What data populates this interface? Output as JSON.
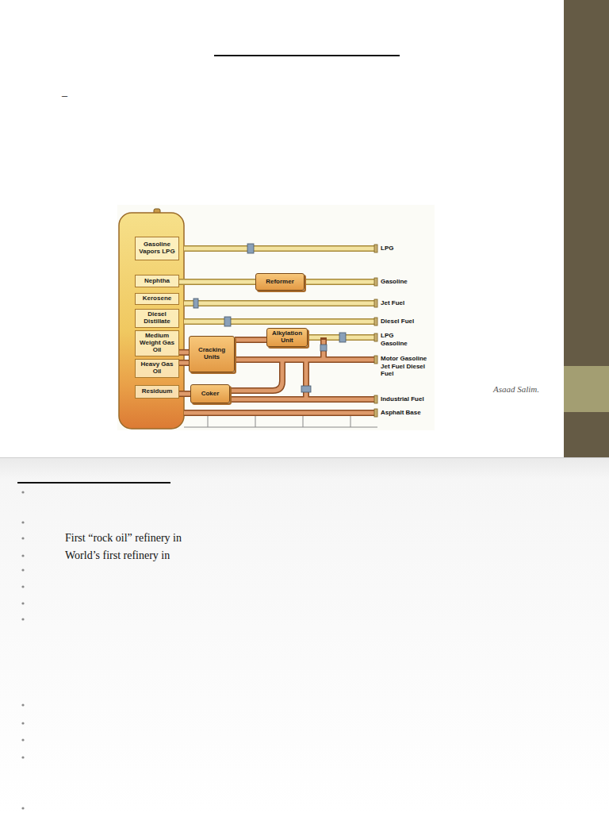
{
  "diagram": {
    "nodes": [
      {
        "text": [
          "Gasoline Vapors LPG"
        ]
      },
      {
        "text": [
          "Nephtha"
        ]
      },
      {
        "text": [
          "Kerosene"
        ]
      },
      {
        "text": [
          "Diesel Distillate"
        ]
      },
      {
        "text": [
          "Medium Weight Gas Oil"
        ]
      },
      {
        "text": [
          "Heavy Gas Oil"
        ]
      },
      {
        "text": [
          "Residuum"
        ]
      },
      {
        "text": [
          "Reformer"
        ]
      },
      {
        "text": [
          "Cracking Units"
        ]
      },
      {
        "text": [
          "Alkylation Unit"
        ]
      },
      {
        "text": [
          "Coker"
        ]
      }
    ],
    "edges": [
      {
        "from": 1,
        "to": 7,
        "arrow": "none"
      },
      {
        "from": 4,
        "to": 8,
        "arrow": "none"
      },
      {
        "from": 5,
        "to": 8,
        "arrow": "none"
      },
      {
        "from": 6,
        "to": 10,
        "arrow": "none"
      },
      {
        "from": 8,
        "to": 9,
        "arrow": "none"
      }
    ],
    "labels": [
      "–",
      "LPG",
      "Gasoline",
      "Jet Fuel",
      "Diesel Fuel",
      "LPG Gasoline",
      "Motor Gasoline Jet Fuel Diesel Fuel",
      "Industrial Fuel",
      "Asphalt Base",
      "Asaad Salim.",
      "First “rock oil” refinery in",
      "World’s first refinery in"
    ]
  }
}
